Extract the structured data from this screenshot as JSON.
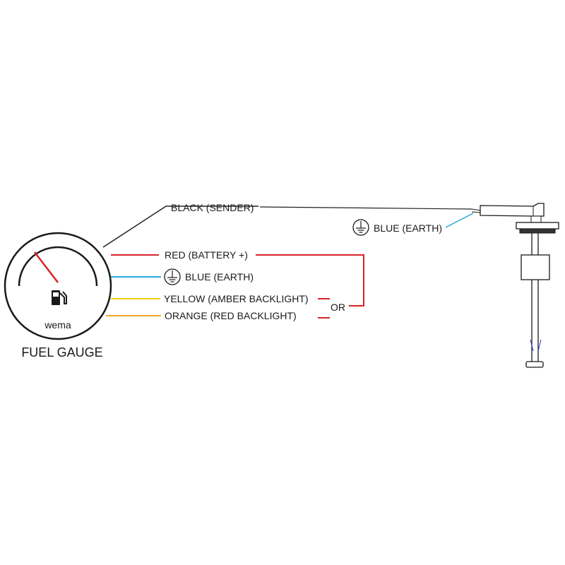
{
  "gauge": {
    "brand": "wema",
    "caption": "FUEL GAUGE",
    "icon": "fuel-pump-icon"
  },
  "wires": {
    "black": {
      "label": "BLACK (SENDER)",
      "color": "#222222"
    },
    "red": {
      "label": "RED (BATTERY +)",
      "color": "#d8232a"
    },
    "blue_gauge": {
      "label": "BLUE (EARTH)",
      "color": "#2aa6d8"
    },
    "yellow": {
      "label": "YELLOW (AMBER BACKLIGHT)",
      "color": "#f5d000"
    },
    "orange": {
      "label": "ORANGE (RED BACKLIGHT)",
      "color": "#f5a623"
    },
    "blue_sender": {
      "label": "BLUE (EARTH)",
      "color": "#2aa6d8"
    }
  },
  "or_label": "OR",
  "earth_symbol": "ground-icon"
}
